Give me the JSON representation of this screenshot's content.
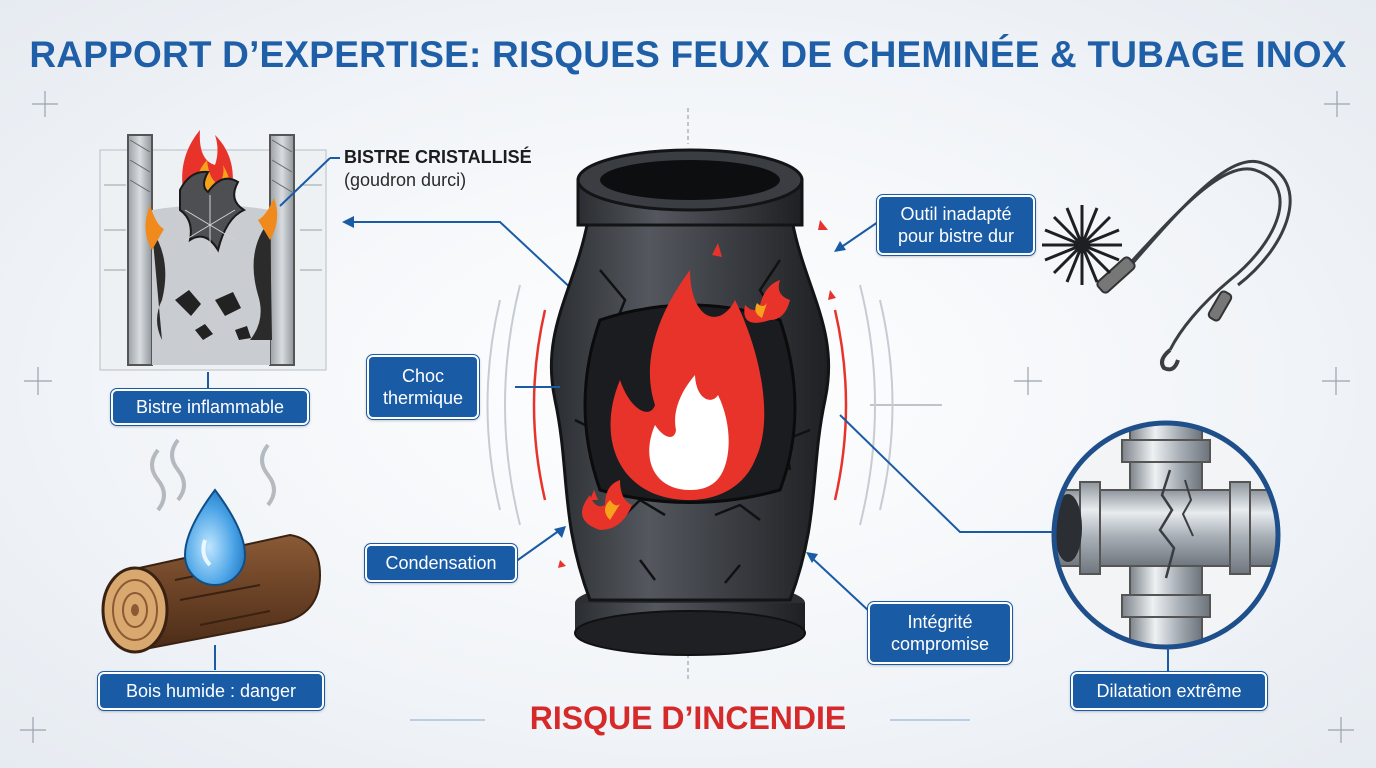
{
  "header": {
    "title": "RAPPORT D’EXPERTISE: RISQUES FEUX DE CHEMINÉE & TUBAGE INOX"
  },
  "footer": {
    "title": "RISQUE D’INCENDIE"
  },
  "callouts": {
    "bistre_title": "BISTRE CRISTALLISÉ",
    "bistre_sub": "(goudron durci)"
  },
  "labels": {
    "bistre_inflammable": "Bistre inflammable",
    "bois_humide": "Bois humide : danger",
    "choc_line1": "Choc",
    "choc_line2": "thermique",
    "condensation": "Condensation",
    "outil_line1": "Outil inadapté",
    "outil_line2": "pour bistre dur",
    "integrite_line1": "Intégrité",
    "integrite_line2": "compromise",
    "dilatation": "Dilatation extrême"
  },
  "icons": [
    "chimney-flue-icon",
    "log-icon",
    "water-drop-icon",
    "flame-icon",
    "brush-icon",
    "pipe-tee-icon"
  ],
  "colors": {
    "title": "#1f5fa8",
    "label_bg": "#1a5ba6",
    "danger": "#d62a2a",
    "flame": "#e8332b"
  }
}
